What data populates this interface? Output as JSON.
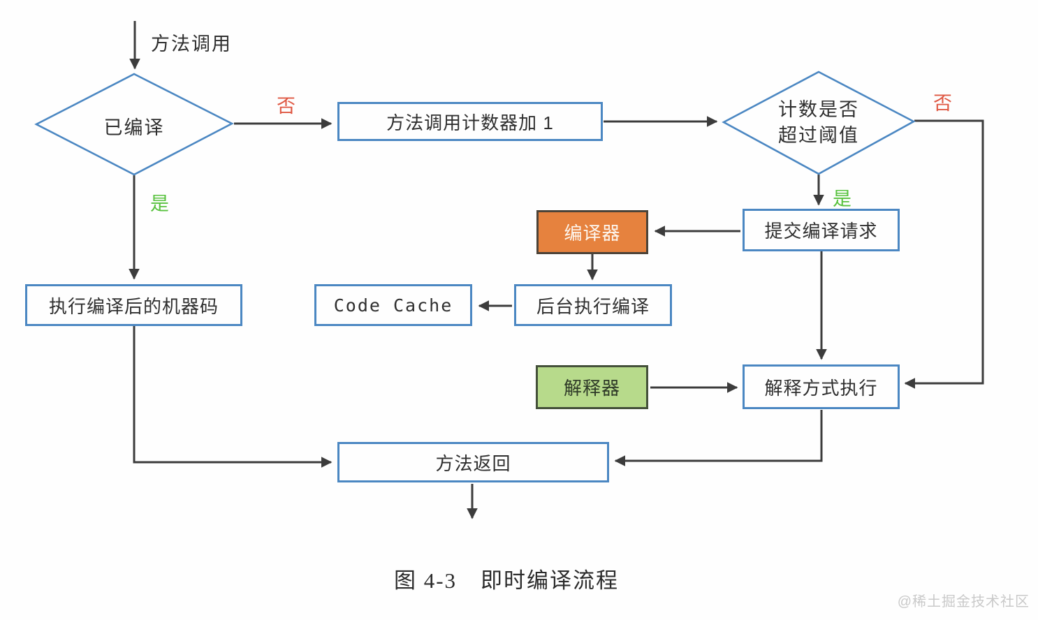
{
  "diagram": {
    "nodes": {
      "start_label": "方法调用",
      "compiled_check": "已编译",
      "counter_increment": "方法调用计数器加 1",
      "threshold_check_line1": "计数是否",
      "threshold_check_line2": "超过阈值",
      "submit_request": "提交编译请求",
      "compiler": "编译器",
      "background_compile": "后台执行编译",
      "code_cache": "Code Cache",
      "execute_machine_code": "执行编译后的机器码",
      "interpreter": "解释器",
      "interpret_execute": "解释方式执行",
      "method_return": "方法返回"
    },
    "edge_labels": {
      "compiled_no": "否",
      "compiled_yes": "是",
      "threshold_no": "否",
      "threshold_yes": "是"
    },
    "caption": {
      "figure_number": "图 4-3",
      "title": "即时编译流程"
    },
    "watermark": "@稀土掘金技术社区",
    "colors": {
      "box_border_blue": "#4b87c2",
      "arrow": "#3c3c3c",
      "compiler_fill": "#e6823e",
      "interpreter_fill": "#b7da8b",
      "no_label": "#df5742",
      "yes_label": "#58c23e"
    }
  }
}
